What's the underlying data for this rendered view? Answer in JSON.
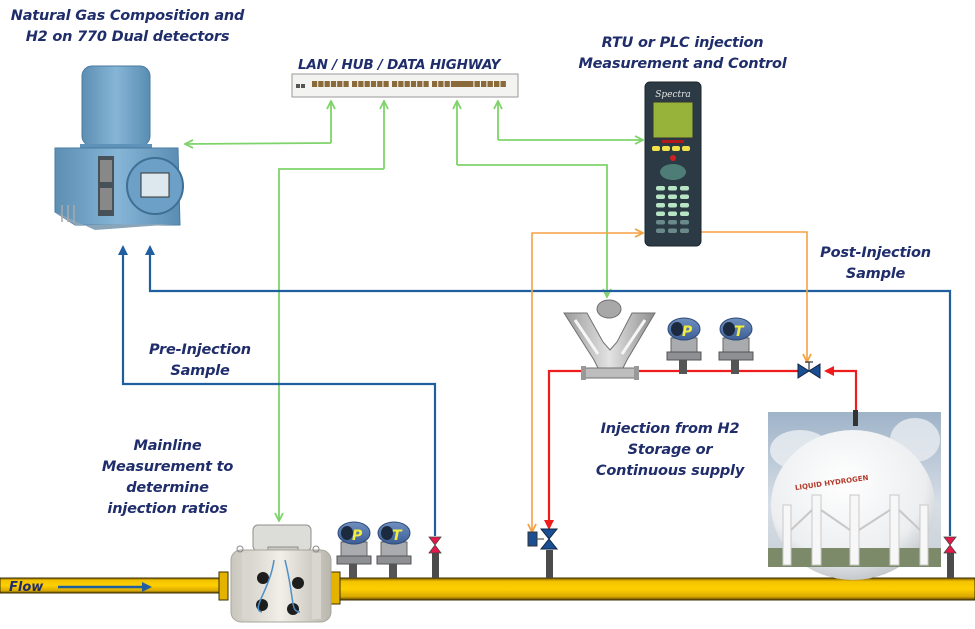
{
  "diagram": {
    "labels": {
      "gc_title": "Natural Gas Composition  and\nH2 on 770 Dual detectors",
      "lan_title": "LAN / HUB / DATA HIGHWAY",
      "rtu_title": "RTU or PLC injection\nMeasurement  and Control",
      "post_injection": "Post-Injection\nSample",
      "pre_injection": "Pre-Injection\nSample",
      "mainline": "Mainline\nMeasurement  to\ndetermine\ninjection ratios",
      "injection_source": "Injection from H2\nStorage or\nContinuous supply",
      "flow": "Flow",
      "pressure_tag": "P",
      "temperature_tag": "T",
      "rtu_brand": "Spectra",
      "tank_text": "LIQUID HYDROGEN"
    },
    "components": [
      {
        "id": "gas-chromatograph",
        "name": "770 Dual detector gas chromatograph"
      },
      {
        "id": "network-hub",
        "name": "LAN / HUB / DATA HIGHWAY switch"
      },
      {
        "id": "rtu-controller",
        "name": "RTU or PLC controller"
      },
      {
        "id": "ultrasonic-meter",
        "name": "Mainline ultrasonic flow meter"
      },
      {
        "id": "coriolis-meter",
        "name": "Injection Coriolis meter"
      },
      {
        "id": "h2-storage-tank",
        "name": "H2 storage sphere"
      },
      {
        "id": "control-valve",
        "name": "Injection control valve"
      },
      {
        "id": "injection-valve",
        "name": "Injection point actuated valve"
      },
      {
        "id": "sample-probe-pre",
        "name": "Pre-injection sample valve"
      },
      {
        "id": "sample-probe-post",
        "name": "Post-injection sample valve"
      }
    ],
    "connections": {
      "data": "#7ed46a",
      "sample": "#1f5fa0",
      "control": "#f5a142",
      "hydrogen": "#ee1c1c",
      "pipeline": "#f2c200"
    }
  }
}
